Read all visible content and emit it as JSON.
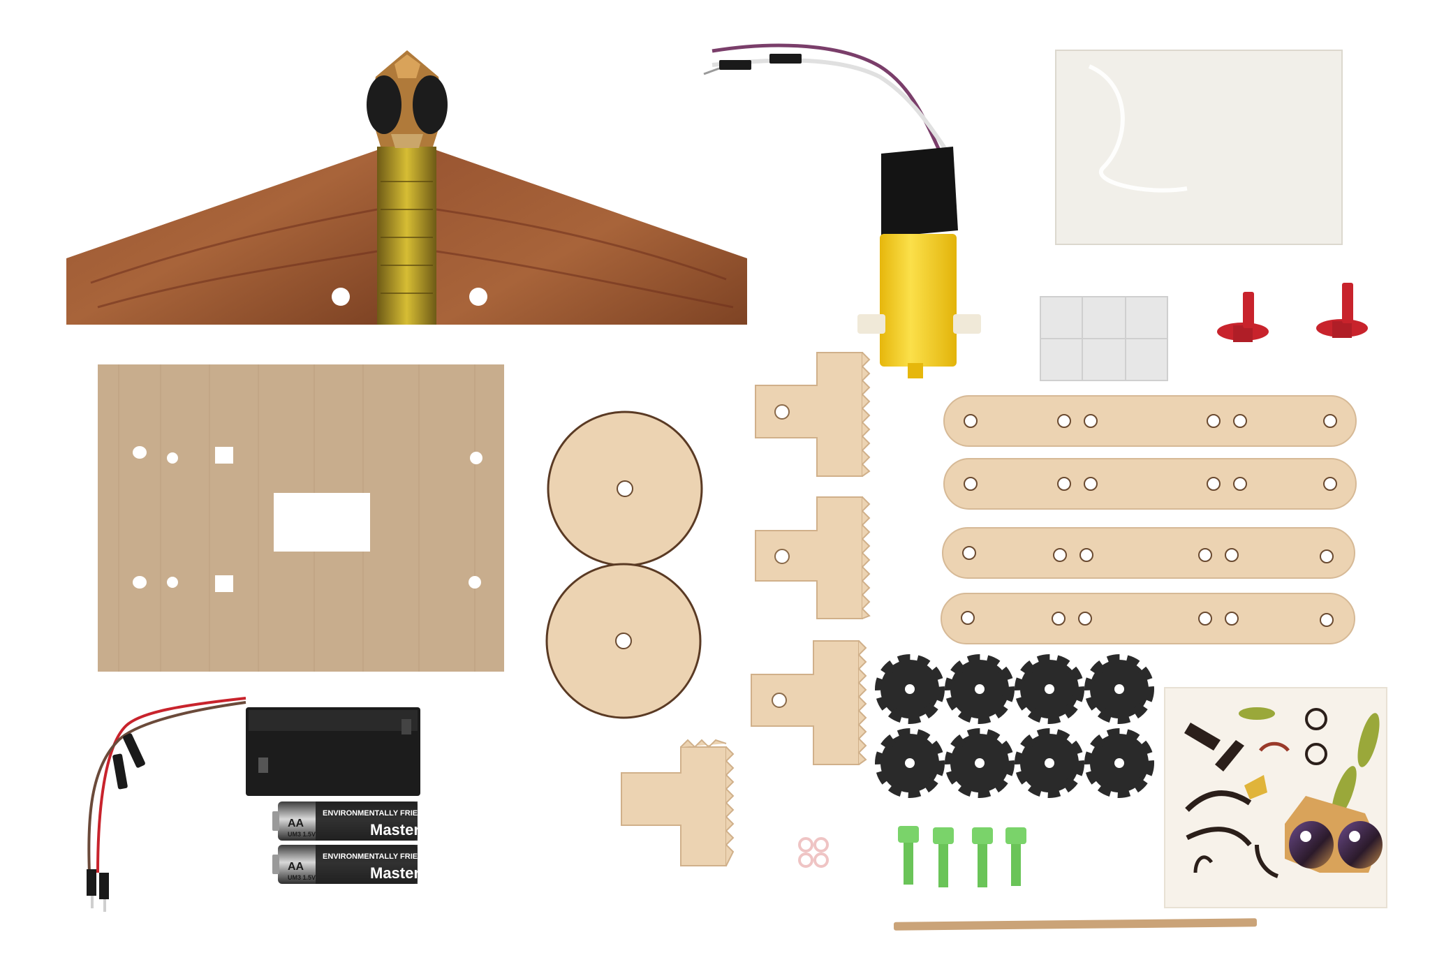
{
  "colors": {
    "background": "#ffffff",
    "wing_wood": "#8b4a2a",
    "wing_body_yellow": "#c9b12a",
    "cardboard": "#c8ad8d",
    "plywood": "#ecd3b2",
    "motor_yellow": "#f5d31c",
    "motor_tape": "#1a1a1a",
    "foam_gear": "#2a2a2a",
    "red_hub": "#c8232c",
    "green_screw": "#7ad36a",
    "dowel": "#caa378",
    "sticker_sheet": "#f7f2ea"
  },
  "battery": {
    "brand": "Mastertech",
    "size": "AA",
    "spec": "UM3 1.5V",
    "slogan": "ENVIRONMENTALLY FRIENDLY"
  }
}
